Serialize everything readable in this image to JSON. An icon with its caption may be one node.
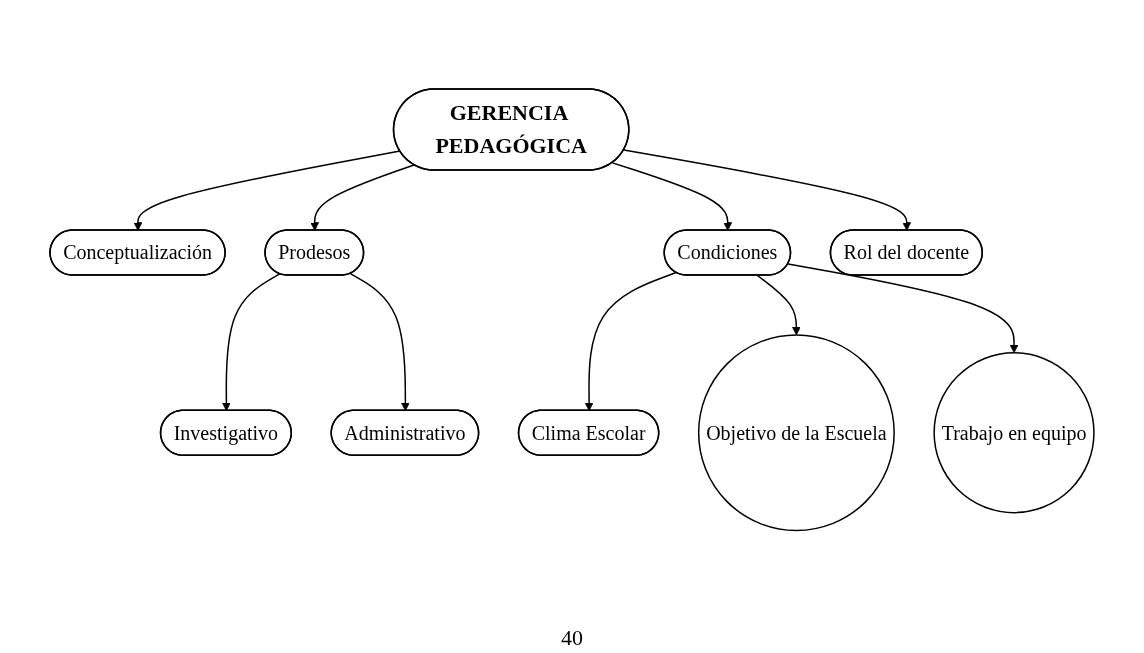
{
  "diagram": {
    "nodes": [
      {
        "text": [
          "GERENCIA PEDAGÓGICA"
        ]
      },
      {
        "text": [
          "Investigativo"
        ]
      },
      {
        "text": [
          "Conceptualización"
        ]
      },
      {
        "text": [
          "Prodesos"
        ]
      },
      {
        "text": [
          "Clima Escolar"
        ]
      },
      {
        "text": [
          "Condiciones"
        ]
      },
      {
        "text": [
          "Administrativo"
        ]
      },
      {
        "text": [
          "Trabajo en equipo"
        ]
      },
      {
        "text": [
          "Rol del docente"
        ]
      },
      {
        "text": [
          "Objetivo de la Escuela"
        ]
      }
    ],
    "edges": [
      {
        "from": 0,
        "to": 3,
        "arrow": "to"
      },
      {
        "from": 0,
        "to": 2,
        "arrow": "to"
      },
      {
        "from": 0,
        "to": 5,
        "arrow": "to"
      },
      {
        "from": 0,
        "to": 8,
        "arrow": "to"
      },
      {
        "from": 3,
        "to": 1,
        "arrow": "to"
      },
      {
        "from": 3,
        "to": 6,
        "arrow": "to"
      },
      {
        "from": 5,
        "to": 4,
        "arrow": "to"
      },
      {
        "from": 5,
        "to": 9,
        "arrow": "to"
      },
      {
        "from": 5,
        "to": 7,
        "arrow": "to"
      }
    ],
    "labels": [
      "40"
    ]
  }
}
